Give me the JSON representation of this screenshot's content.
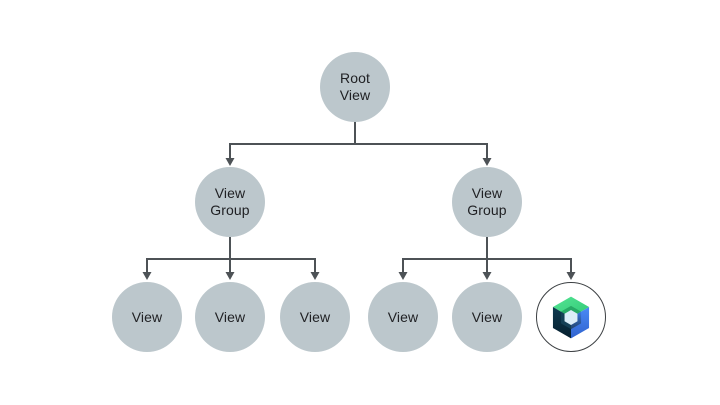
{
  "diagram": {
    "nodes": {
      "root": {
        "lines": [
          "Root",
          "View"
        ]
      },
      "group_left": {
        "lines": [
          "View",
          "Group"
        ]
      },
      "group_right": {
        "lines": [
          "View",
          "Group"
        ]
      },
      "leaves": [
        "View",
        "View",
        "View",
        "View",
        "View"
      ],
      "compose_leaf": {
        "icon": "jetpack-compose-logo"
      }
    },
    "colors": {
      "background": "#ffffff",
      "node_fill": "#bcc7cc",
      "node_text": "#202124",
      "connector": "#4d5256",
      "compose_ring": "#3c4043",
      "compose_green": "#3ddc84",
      "compose_blue": "#4285f4",
      "compose_navy": "#083042",
      "compose_center_hex": "#dcedf8"
    }
  }
}
